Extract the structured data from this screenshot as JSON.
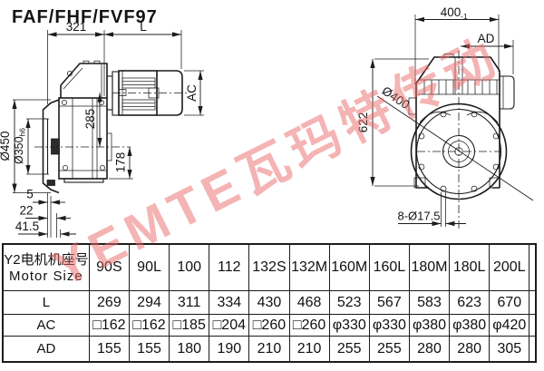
{
  "title": "FAF/FHF/FVF97",
  "watermark": "YEMTE瓦玛特传动",
  "colors": {
    "line": "#1c1c1c",
    "watermark": "#e96a6a",
    "background": "#ffffff"
  },
  "side_view": {
    "dim_321": "321",
    "dim_L": "L",
    "dim_AC": "AC",
    "dim_285": "285",
    "dim_178": "178",
    "dim_d450": "Ø450",
    "dim_d350": "Ø350",
    "dim_d350_suffix": "h6",
    "dim_5": "5",
    "dim_22": "22",
    "dim_41_5": "41.5"
  },
  "front_view": {
    "dim_400": "400",
    "dim_400_tol": "-1",
    "dim_AD": "AD",
    "dim_622": "622",
    "dim_d400": "Ø400",
    "dim_bolt_holes": "8-Ø17.5"
  },
  "table": {
    "header": {
      "line1": "Y2电机机座号",
      "line2": "Motor Size"
    },
    "columns": [
      "90S",
      "90L",
      "100",
      "112",
      "132S",
      "132M",
      "160M",
      "160L",
      "180M",
      "180L",
      "200L"
    ],
    "rows": [
      {
        "label": "L",
        "values": [
          "269",
          "294",
          "311",
          "334",
          "430",
          "468",
          "523",
          "567",
          "583",
          "623",
          "670"
        ]
      },
      {
        "label": "AC",
        "values": [
          "□162",
          "□162",
          "□185",
          "□204",
          "□260",
          "□260",
          "φ330",
          "φ330",
          "φ380",
          "φ380",
          "φ420"
        ]
      },
      {
        "label": "AD",
        "values": [
          "155",
          "155",
          "180",
          "190",
          "210",
          "210",
          "255",
          "255",
          "280",
          "280",
          "305"
        ]
      }
    ]
  }
}
